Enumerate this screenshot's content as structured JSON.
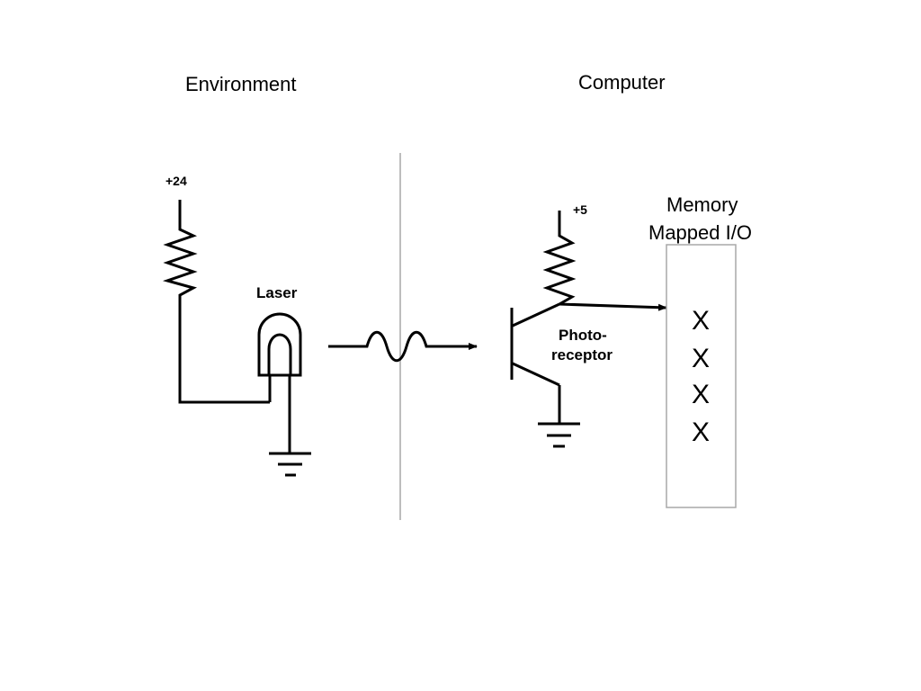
{
  "headings": {
    "environment": "Environment",
    "computer": "Computer"
  },
  "laser_circuit": {
    "supply_label": "+24",
    "laser_label": "Laser"
  },
  "receiver_circuit": {
    "supply_label": "+5",
    "photoreceptor_label_line1": "Photo-",
    "photoreceptor_label_line2": "receptor"
  },
  "memory": {
    "title_line1": "Memory",
    "title_line2": "Mapped I/O",
    "cells": [
      "X",
      "X",
      "X",
      "X"
    ]
  },
  "colors": {
    "line": "#000000",
    "divider": "#bdbdbd",
    "memory_box_border": "#a8a8a8"
  }
}
